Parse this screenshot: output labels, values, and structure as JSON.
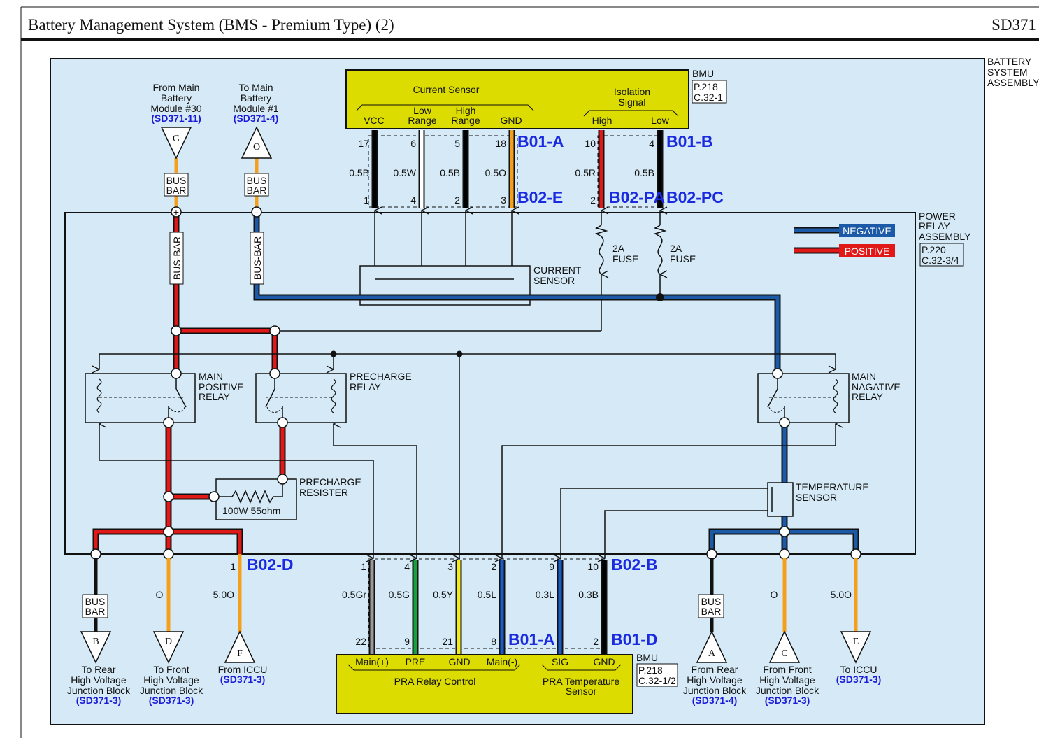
{
  "header": {
    "title": "Battery Management System (BMS - Premium Type) (2)",
    "code": "SD371"
  },
  "assemblies": {
    "battery_system": [
      "BATTERY",
      "SYSTEM",
      "ASSEMBLY"
    ],
    "power_relay": [
      "POWER",
      "RELAY",
      "ASSEMBLY"
    ],
    "power_relay_ref": [
      "P.220",
      "C.32-3/4"
    ]
  },
  "bmu_top": {
    "name": "BMU",
    "ref": [
      "P.218",
      "C.32-1"
    ],
    "current_sensor_title": "Current Sensor",
    "isolation_title": [
      "Isolation",
      "Signal"
    ],
    "pins": [
      "VCC",
      "Low",
      "Range",
      "High",
      "Range",
      "GND",
      "High",
      "Low"
    ]
  },
  "bmu_bottom": {
    "name": "BMU",
    "ref": [
      "P.218",
      "C.32-1/2"
    ],
    "pins": [
      "Main(+)",
      "PRE",
      "GND",
      "Main(-)",
      "SIG",
      "GND"
    ],
    "groups": [
      "PRA Relay Control",
      "PRA Temperature",
      "Sensor"
    ]
  },
  "connectors": [
    "B01-A",
    "B01-B",
    "B02-E",
    "B02-PA",
    "B02-PC",
    "B02-D",
    "B02-B",
    "B01-A",
    "B01-D"
  ],
  "legend": {
    "negative": "NEGATIVE",
    "positive": "POSITIVE",
    "neg_color": "#1c5aa8",
    "pos_color": "#e01818"
  },
  "top_wires": [
    {
      "pin_top": "17",
      "spec": "0.5B",
      "pin_bottom": "1",
      "color": "#000000"
    },
    {
      "pin_top": "6",
      "spec": "0.5W",
      "pin_bottom": "4",
      "color": "#ffffff"
    },
    {
      "pin_top": "5",
      "spec": "0.5B",
      "pin_bottom": "2",
      "color": "#000000"
    },
    {
      "pin_top": "18",
      "spec": "0.5O",
      "pin_bottom": "3",
      "color": "#f5a01c"
    },
    {
      "pin_top": "10",
      "spec": "0.5R",
      "pin_bottom": "2",
      "color": "#e01818"
    },
    {
      "pin_top": "4",
      "spec": "0.5B",
      "pin_bottom": "",
      "color": "#000000"
    }
  ],
  "bottom_wires": [
    {
      "pin_top": "1",
      "spec": "0.5Gr",
      "pin_bottom": "22",
      "color": "#9a9a9a"
    },
    {
      "pin_top": "4",
      "spec": "0.5G",
      "pin_bottom": "9",
      "color": "#16a040"
    },
    {
      "pin_top": "3",
      "spec": "0.5Y",
      "pin_bottom": "21",
      "color": "#f2ea1a"
    },
    {
      "pin_top": "2",
      "spec": "0.5L",
      "pin_bottom": "8",
      "color": "#1a5cc8"
    },
    {
      "pin_top": "9",
      "spec": "0.3L",
      "pin_bottom": "",
      "color": "#1a5cc8"
    },
    {
      "pin_top": "10",
      "spec": "0.3B",
      "pin_bottom": "2",
      "color": "#000000"
    }
  ],
  "components": {
    "current_sensor": [
      "CURRENT",
      "SENSOR"
    ],
    "fuse": [
      "2A",
      "FUSE"
    ],
    "main_positive_relay": [
      "MAIN",
      "POSITIVE",
      "RELAY"
    ],
    "precharge_relay": [
      "PRECHARGE",
      "RELAY"
    ],
    "main_negative_relay": [
      "MAIN",
      "NAGATIVE",
      "RELAY"
    ],
    "precharge_resister": [
      "PRECHARGE",
      "RESISTER"
    ],
    "resister_value": "100W 55ohm",
    "temperature_sensor": [
      "TEMPERATURE",
      "SENSOR"
    ]
  },
  "bus_bar": [
    "BUS",
    "BAR"
  ],
  "bus_bar_vertical": "BUS-BAR",
  "top_terminals": [
    {
      "letter": "G",
      "lines": [
        "From Main",
        "Battery",
        "Module #30"
      ],
      "ref": "(SD371-11)",
      "sign": "+"
    },
    {
      "letter": "O",
      "lines": [
        "To Main",
        "Battery",
        "Module #1"
      ],
      "ref": "(SD371-4)",
      "sign": "-"
    }
  ],
  "bottom_terminals": [
    {
      "letter": "B",
      "spec": "",
      "lines": [
        "To Rear",
        "High Voltage",
        "Junction Block"
      ],
      "ref": "(SD371-3)"
    },
    {
      "letter": "D",
      "spec": "O",
      "lines": [
        "To Front",
        "High Voltage",
        "Junction Block"
      ],
      "ref": "(SD371-3)"
    },
    {
      "letter": "F",
      "spec": "5.0O",
      "pin": "1",
      "lines": [
        "From ICCU"
      ],
      "ref": "(SD371-3)"
    },
    {
      "letter": "A",
      "spec": "",
      "lines": [
        "From Rear",
        "High Voltage",
        "Junction Block"
      ],
      "ref": "(SD371-4)"
    },
    {
      "letter": "C",
      "spec": "O",
      "lines": [
        "From Front",
        "High Voltage",
        "Junction Block"
      ],
      "ref": "(SD371-3)"
    },
    {
      "letter": "E",
      "spec": "5.0O",
      "lines": [
        "To ICCU"
      ],
      "ref": "(SD371-3)"
    }
  ]
}
